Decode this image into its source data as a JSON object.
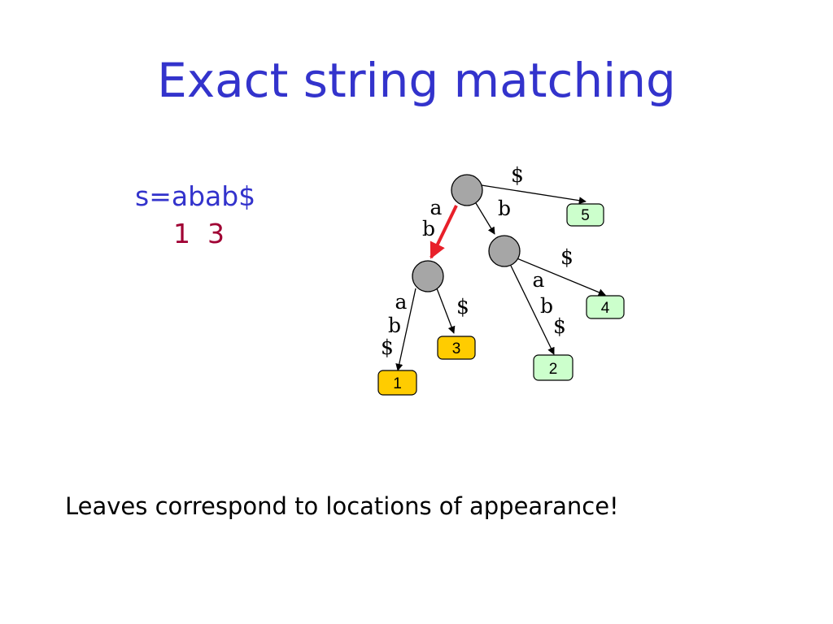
{
  "slide": {
    "title": "Exact string matching",
    "string_label": "s=abab$",
    "match_positions": "1  3",
    "caption": "Leaves correspond to locations of appearance!"
  },
  "tree": {
    "edge_labels": {
      "root_a": "a",
      "root_b1": "b",
      "root_b2": "b",
      "root_dollar": "$",
      "left_a": "a",
      "left_b": "b",
      "left_dollar1": "$",
      "left_dollar2": "$",
      "right_a": "a",
      "right_b": "b",
      "right_dollar1": "$",
      "right_dollar2": "$"
    },
    "leaves": {
      "leaf1": "1",
      "leaf2": "2",
      "leaf3": "3",
      "leaf4": "4",
      "leaf5": "5"
    },
    "colors": {
      "highlight_edge": "#e8202a",
      "internal_node": "#a6a6a6",
      "matched_leaf": "#ffcc00",
      "other_leaf": "#ccffcc",
      "title": "#3333cc",
      "positions": "#a00033"
    }
  }
}
